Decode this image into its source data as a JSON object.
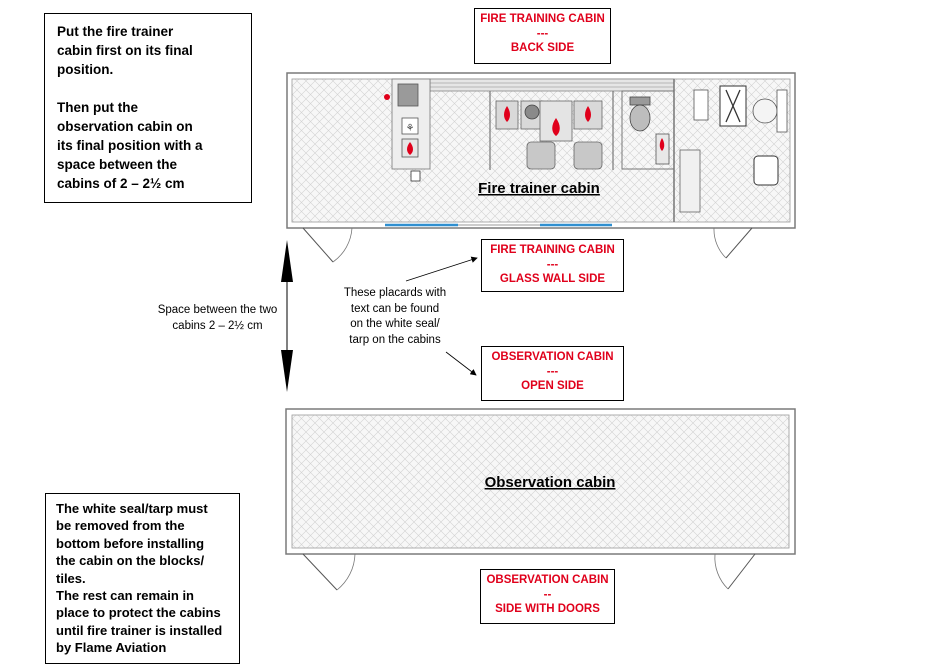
{
  "instruction_top": {
    "lines": [
      "Put the fire trainer",
      "cabin first on its final",
      "position.",
      "",
      "Then put the",
      "observation cabin on",
      "its final position with a",
      "space between the",
      "cabins of 2 – 2½ cm"
    ]
  },
  "instruction_bottom": {
    "lines": [
      "The white seal/tarp must",
      "be removed from the",
      "bottom before installing",
      "the cabin on the blocks/",
      "tiles.",
      "The rest can remain in",
      "place to protect the cabins",
      "until fire trainer is installed",
      "by Flame Aviation"
    ]
  },
  "placards": {
    "back_side": {
      "line1": "FIRE TRAINING CABIN",
      "line2": "---",
      "line3": "BACK SIDE"
    },
    "glass_wall": {
      "line1": "FIRE TRAINING CABIN",
      "line2": "---",
      "line3": "GLASS WALL SIDE"
    },
    "open_side": {
      "line1": "OBSERVATION CABIN",
      "line2": "---",
      "line3": "OPEN SIDE"
    },
    "doors_side": {
      "line1": "OBSERVATION CABIN",
      "line2": "--",
      "line3": "SIDE WITH DOORS"
    }
  },
  "space_note": {
    "line1": "Space between the two",
    "line2": "cabins 2 – 2½ cm"
  },
  "placard_note": {
    "line1": "These placards with",
    "line2": "text can be found",
    "line3": "on the white seal/",
    "line4": "tarp on the cabins"
  },
  "cabins": {
    "fire_trainer_label": "Fire trainer cabin",
    "observation_label": "Observation cabin"
  },
  "colors": {
    "placard_text": "#e0001b",
    "wall": "#7a7a7a",
    "glass": "#2f8fd0",
    "fill_pattern": "#d0d0d0"
  }
}
